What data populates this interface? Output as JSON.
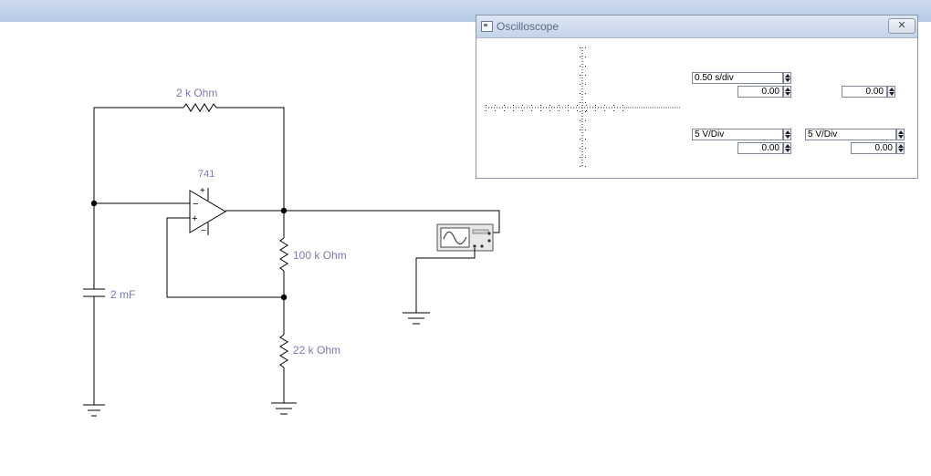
{
  "schematic": {
    "feedback_resistor": "2 k Ohm",
    "opamp_label": "741",
    "opamp_minus": "−",
    "opamp_plus": "+",
    "resistor_upper": "100 k Ohm",
    "resistor_lower": "22 k Ohm",
    "capacitor": "2 mF",
    "wire_color": "#000000",
    "label_color": "#7a7ab0"
  },
  "oscilloscope": {
    "title": "Oscilloscope",
    "close_glyph": "✕",
    "timebase": "0.50 s/div",
    "x_position": "0.00",
    "trigger_level": "0.00",
    "channel_a_scale": "5 V/Div",
    "channel_a_position": "0.00",
    "channel_b_scale": "5 V/Div",
    "channel_b_position": "0.00"
  }
}
